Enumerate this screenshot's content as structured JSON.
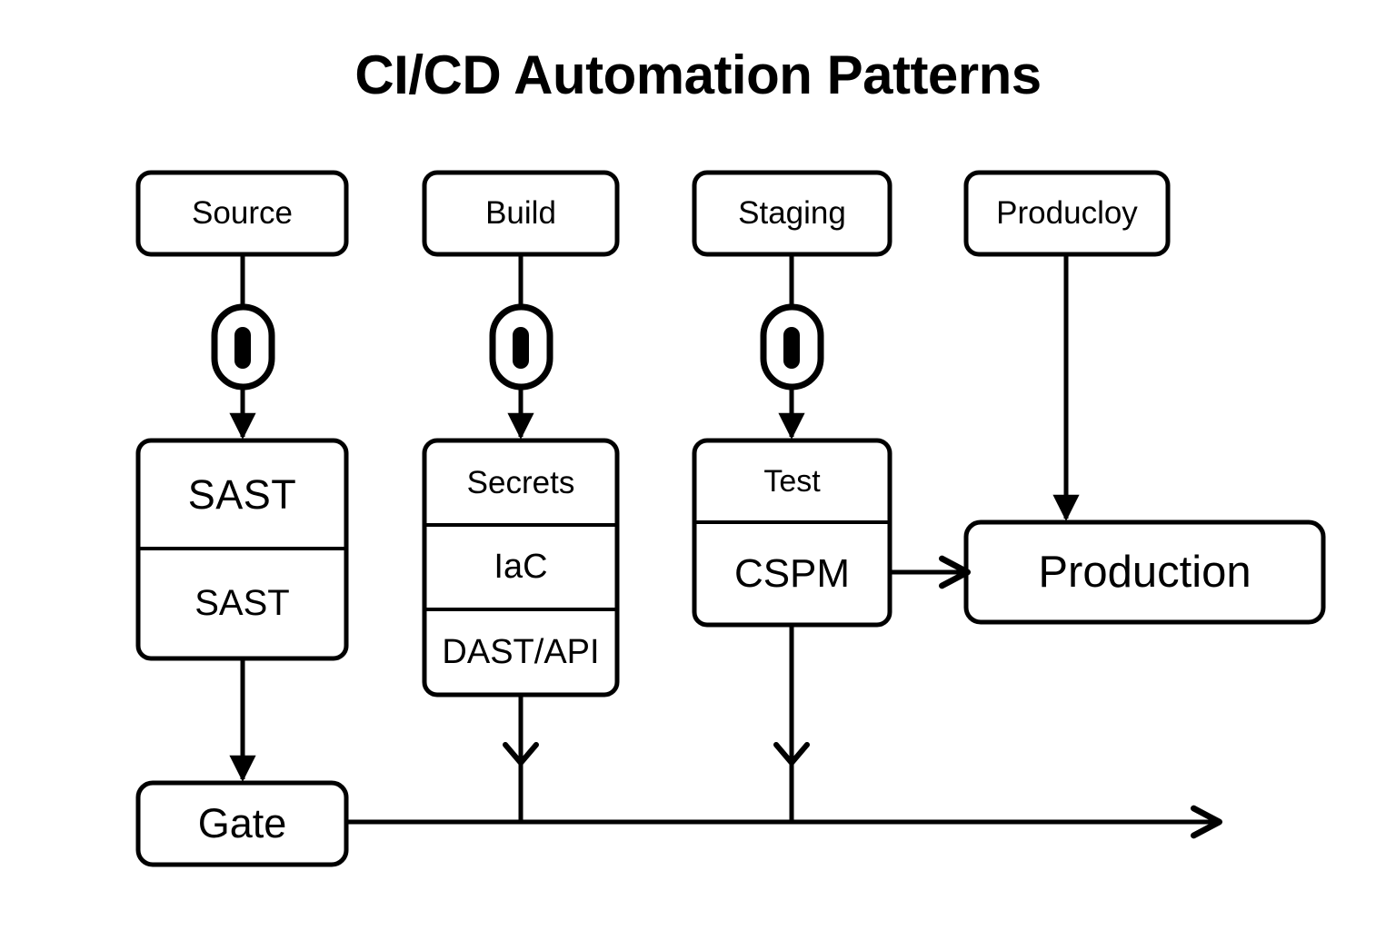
{
  "diagram": {
    "title": "CI/CD Automation Patterns",
    "type": "flowchart",
    "background_color": "#ffffff",
    "stroke_color": "#000000",
    "text_color": "#000000"
  },
  "stages": [
    {
      "id": "source",
      "label": "Source"
    },
    {
      "id": "build",
      "label": "Build"
    },
    {
      "id": "staging",
      "label": "Staging"
    },
    {
      "id": "producloy",
      "label": "Producloy"
    }
  ],
  "gates": [
    {
      "id": "gate-icon-source",
      "icon": "pill-bar-icon"
    },
    {
      "id": "gate-icon-build",
      "icon": "pill-bar-icon"
    },
    {
      "id": "gate-icon-staging",
      "icon": "pill-bar-icon"
    }
  ],
  "scan_stacks": [
    {
      "id": "source-scans",
      "cells": [
        {
          "label": "SAST",
          "style": "small-caps"
        },
        {
          "label": "SAST",
          "style": "regular"
        }
      ]
    },
    {
      "id": "build-scans",
      "cells": [
        {
          "label": "Secrets",
          "style": "regular"
        },
        {
          "label": "IaC",
          "style": "regular"
        },
        {
          "label": "DAST/API",
          "style": "regular"
        }
      ]
    },
    {
      "id": "staging-scans",
      "cells": [
        {
          "label": "Test",
          "style": "regular"
        },
        {
          "label": "CSPM",
          "style": "regular"
        }
      ]
    }
  ],
  "terminals": {
    "production": {
      "label": "Production"
    },
    "gate": {
      "label": "Gate"
    }
  }
}
